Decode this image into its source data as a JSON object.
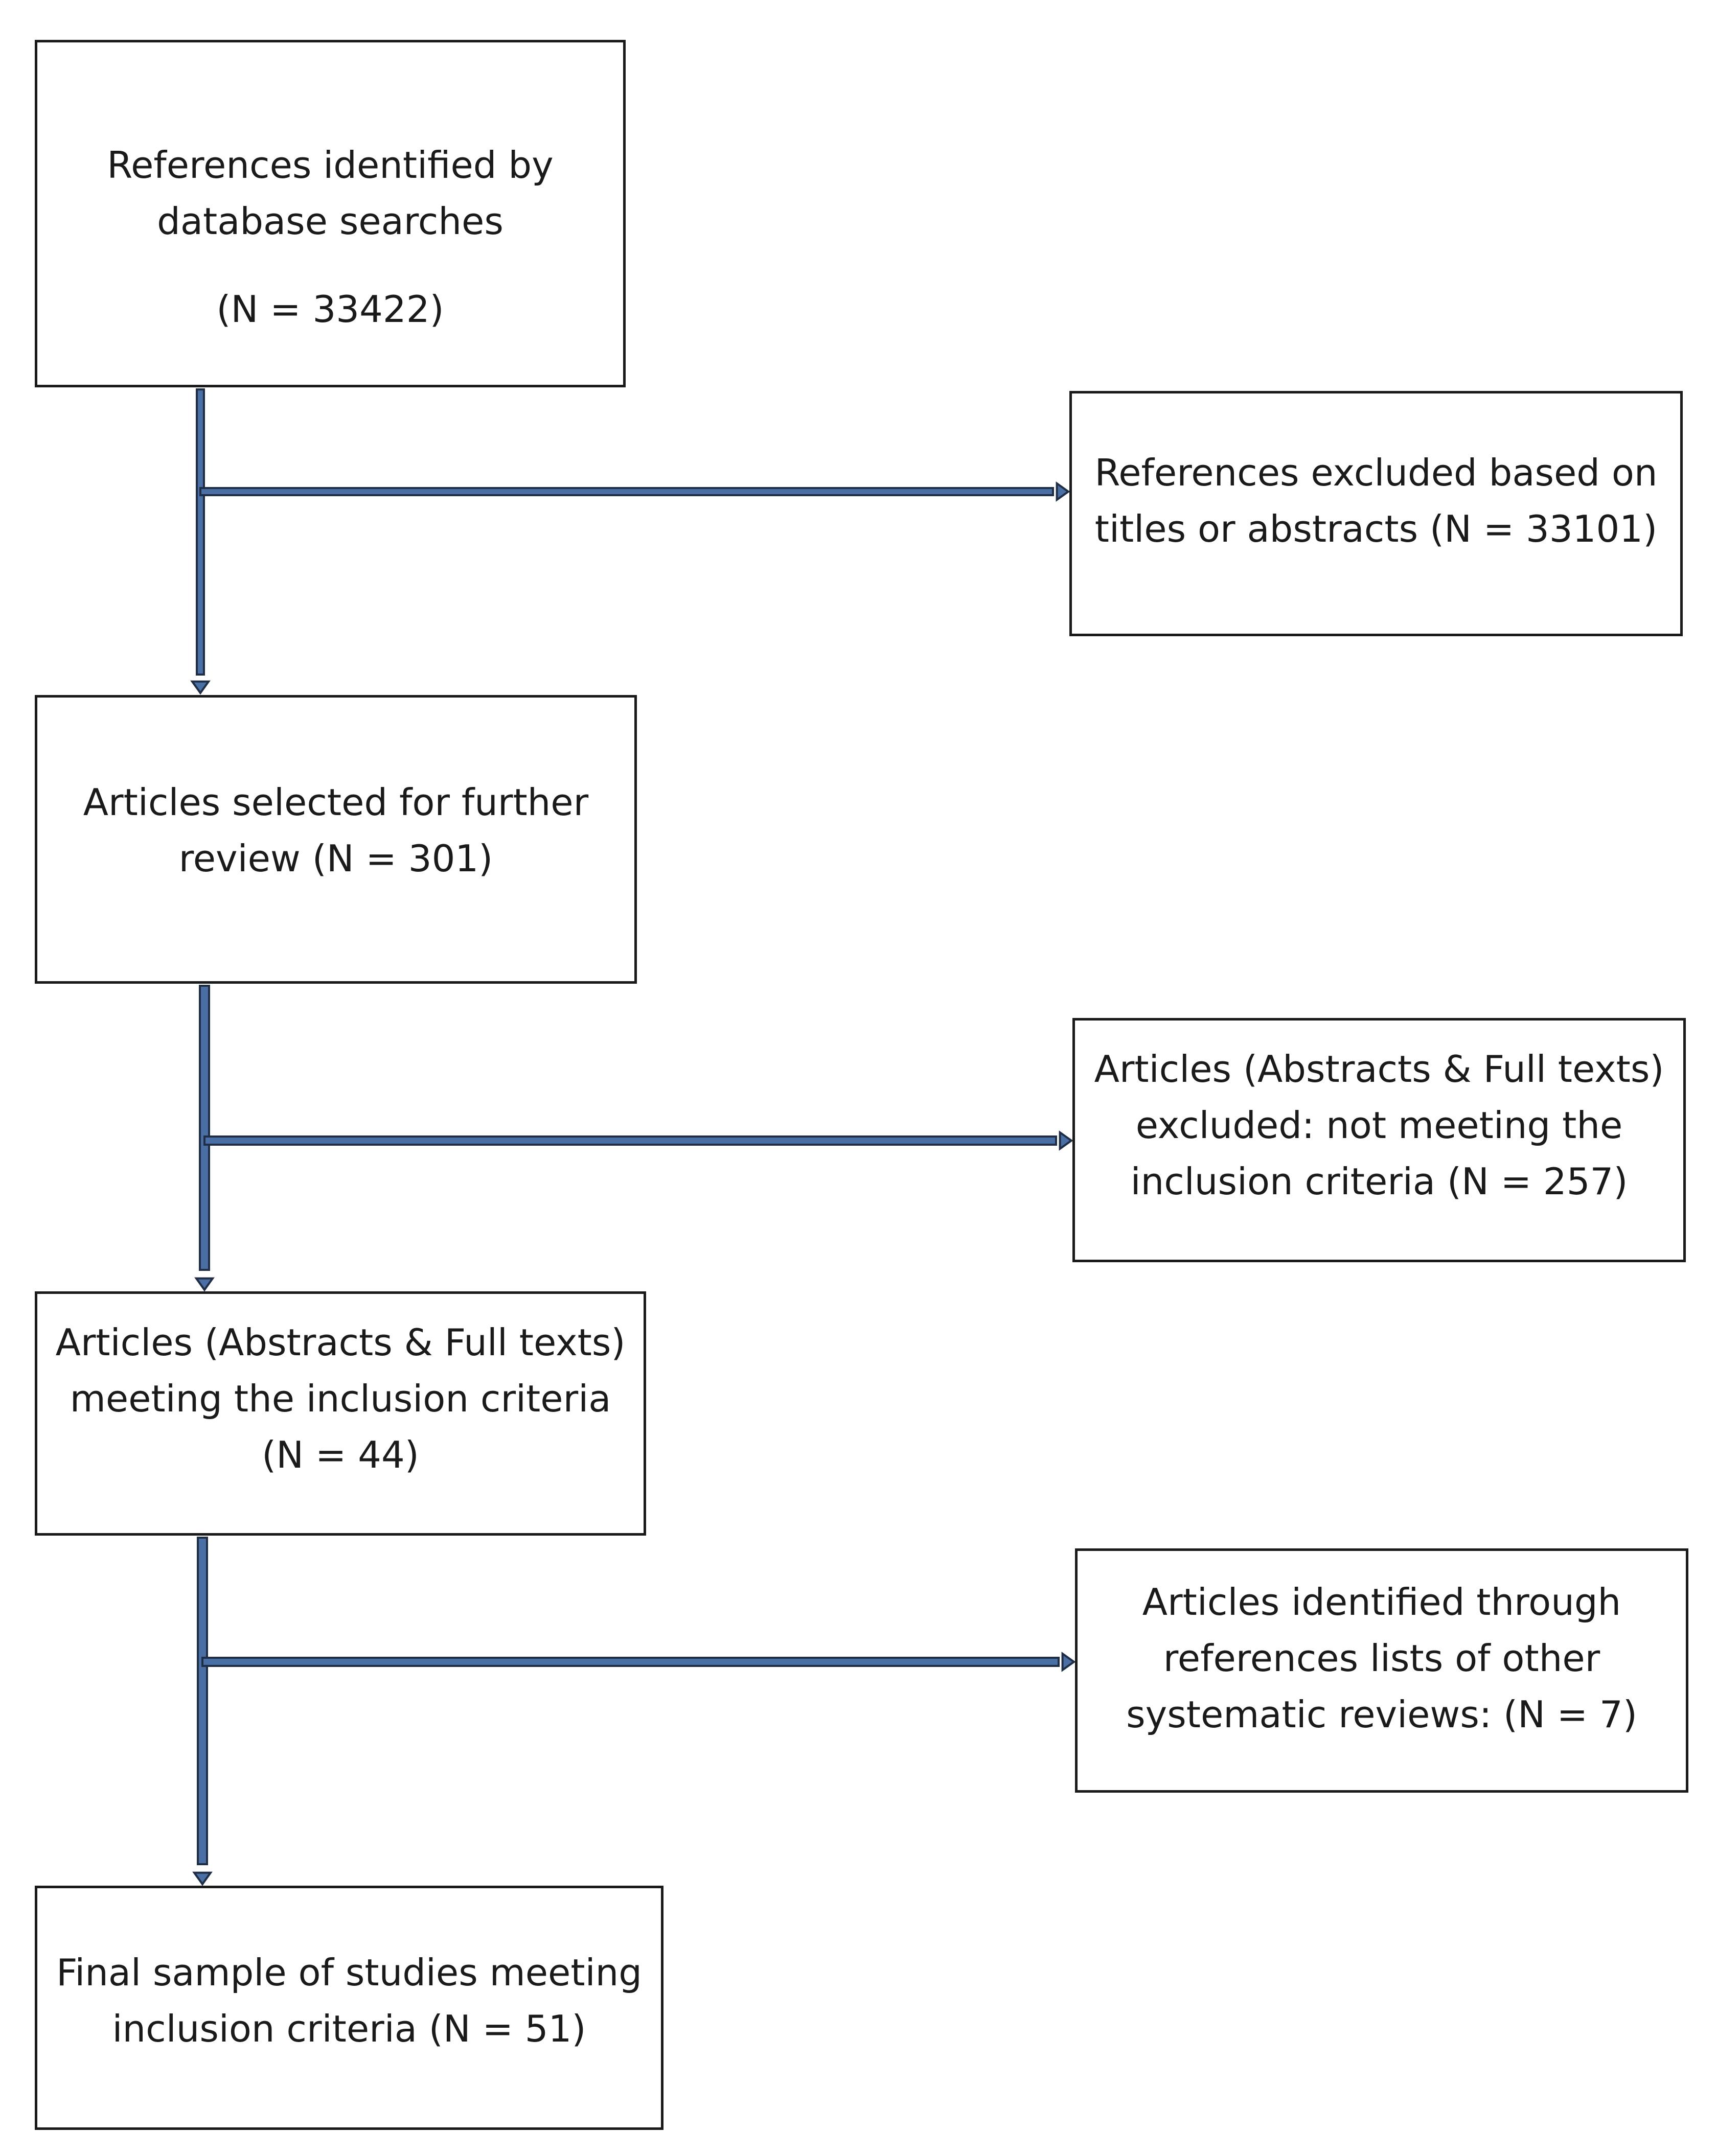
{
  "boxes": {
    "search": {
      "line1": "References identified by",
      "line2": "database searches",
      "count": "(N = 33422)"
    },
    "excluded_titles": {
      "line1": "References excluded based on",
      "line2": "titles or abstracts (N = 33101)"
    },
    "selected": {
      "line1": "Articles selected for further",
      "line2": "review (N = 301)"
    },
    "excluded_criteria": {
      "line1": "Articles (Abstracts & Full texts)",
      "line2": "excluded: not meeting the",
      "line3": "inclusion criteria (N = 257)"
    },
    "meeting": {
      "line1": "Articles (Abstracts & Full texts)",
      "line2": "meeting the inclusion criteria",
      "line3": "(N = 44)"
    },
    "reference_lists": {
      "line1": "Articles identified through",
      "line2": "references lists of other",
      "line3": "systematic reviews: (N = 7)"
    },
    "final": {
      "line1": "Final sample of studies meeting",
      "line2": "inclusion criteria (N = 51)"
    }
  },
  "colors": {
    "arrow_fill": "#4a6fa5",
    "arrow_outline": "#1f2d45",
    "box_border": "#1a1a1a"
  }
}
